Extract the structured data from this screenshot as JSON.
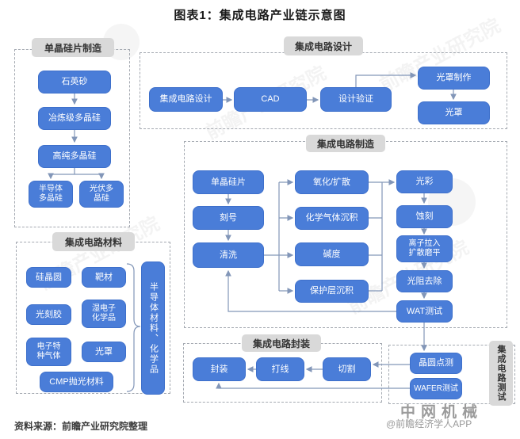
{
  "title": "图表1：集成电路产业链示意图",
  "colors": {
    "node_blue": "#4a7dd8",
    "label_gray": "#d9d9d9",
    "line": "#8296b8",
    "dash_border": "#a4a9b1"
  },
  "sections": {
    "wafer_mfg": {
      "label": "单晶硅片制造",
      "quartz": "石英砂",
      "met_poly": "冶炼级多晶硅",
      "hp_poly": "高纯多晶硅",
      "semi_poly": "半导体\n多晶硅",
      "pv_poly": "光伏多\n晶硅"
    },
    "design": {
      "label": "集成电路设计",
      "ic_design": "集成电路设计",
      "cad": "CAD",
      "verify": "设计验证",
      "mask_make": "光罩制作",
      "mask": "光罩"
    },
    "materials": {
      "label": "集成电路材料",
      "si_wafer": "硅晶圆",
      "target": "靶材",
      "photoresist": "光刻胶",
      "wet_chem": "湿电子\n化学品",
      "special_gas": "电子特\n种气体",
      "mask": "光罩",
      "cmp": "CMP抛光材料",
      "semi_chem": "半导体材料、化学品"
    },
    "mfg": {
      "label": "集成电路制造",
      "mono_wafer": "单晶硅片",
      "engrave": "刻号",
      "clean": "清洗",
      "oxidation": "氧化/扩散",
      "cvd": "化学气体沉积",
      "alkali": "碱度",
      "protect": "保护层沉积",
      "litho": "光彩",
      "etch": "蚀刻",
      "ion": "离子拉入\n扩散磨平",
      "strip": "光阻去除",
      "wat": "WAT测试"
    },
    "pkg": {
      "label": "集成电路封装",
      "package": "封装",
      "wirebond": "打线",
      "dicing": "切割"
    },
    "test": {
      "label": "集成电路测试",
      "probe": "晶圆点测",
      "wafer_test": "WAFER测试"
    }
  },
  "source": "资料来源：前瞻产业研究院整理",
  "watermarks": {
    "brand": "中网机械",
    "credit": "@前瞻经济学人APP",
    "faint": "前瞻产业研究院"
  }
}
